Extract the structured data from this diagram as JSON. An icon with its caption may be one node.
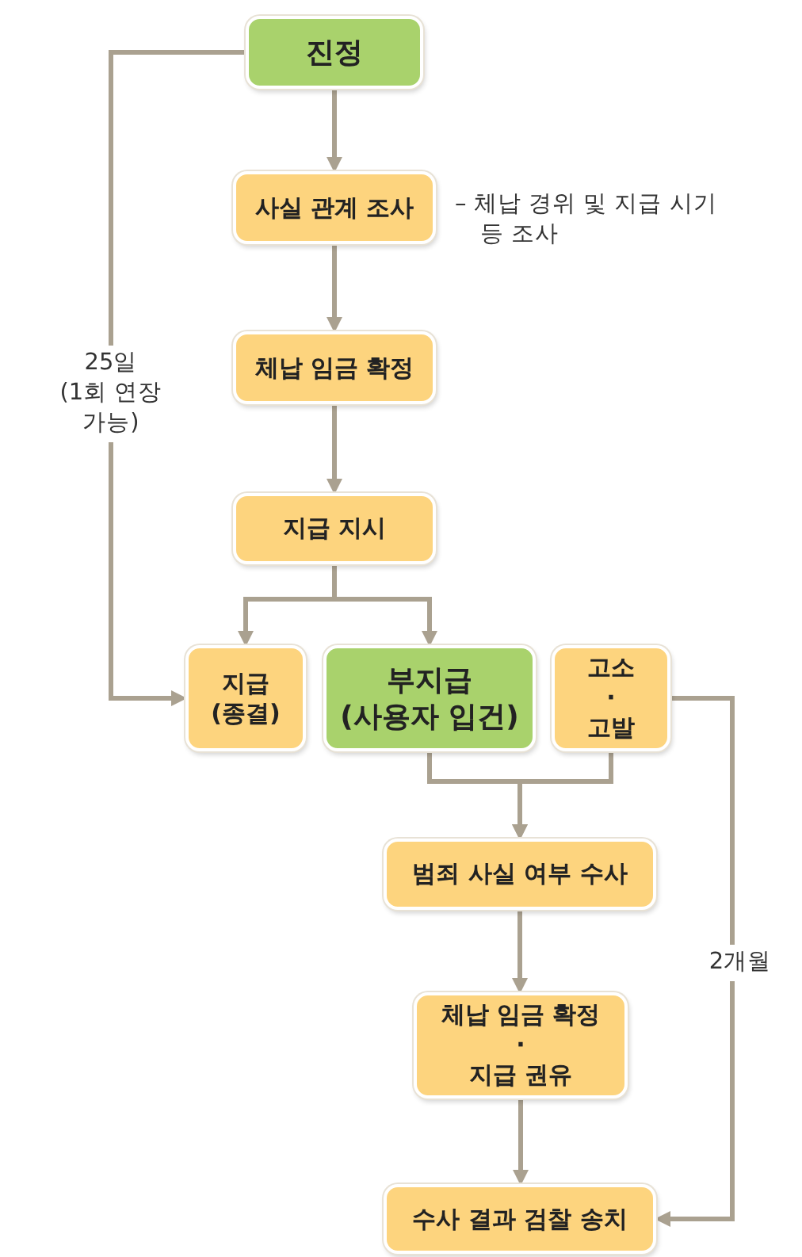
{
  "diagram": {
    "nodes": [
      {
        "text": [
          "진정"
        ]
      },
      {
        "text": [
          "사실 관계 조사"
        ],
        "beside": [
          "– 체납 경위 및 지급 시기 등 조사"
        ]
      },
      {
        "text": [
          "체납 임금 확정"
        ]
      },
      {
        "text": [
          "지급 지시"
        ]
      },
      {
        "text": [
          "지급 (종결)"
        ]
      },
      {
        "text": [
          "부지급 (사용자 입건)"
        ]
      },
      {
        "text": [
          "고소 · 고발"
        ]
      },
      {
        "text": [
          "범죄 사실 여부 수사"
        ]
      },
      {
        "text": [
          "체납 임금 확정 · 지급 권유"
        ]
      },
      {
        "text": [
          "수사 결과 검찰 송치"
        ]
      }
    ],
    "edges": [
      {
        "from": 0,
        "to": 1,
        "arrow": "to"
      },
      {
        "from": 1,
        "to": 2,
        "arrow": "to"
      },
      {
        "from": 2,
        "to": 3,
        "arrow": "to"
      },
      {
        "from": 3,
        "to": 4,
        "arrow": "to"
      },
      {
        "from": 3,
        "to": 5,
        "arrow": "to"
      },
      {
        "from": 0,
        "to": 4,
        "arrow": "to",
        "label": "25일 (1회 연장 가능)"
      },
      {
        "from": 5,
        "to": 7,
        "arrow": "to"
      },
      {
        "from": 6,
        "to": 7,
        "arrow": "to"
      },
      {
        "from": 7,
        "to": 8,
        "arrow": "to"
      },
      {
        "from": 8,
        "to": 9,
        "arrow": "to"
      },
      {
        "from": 6,
        "to": 9,
        "arrow": "to",
        "label": "2개월"
      }
    ]
  }
}
